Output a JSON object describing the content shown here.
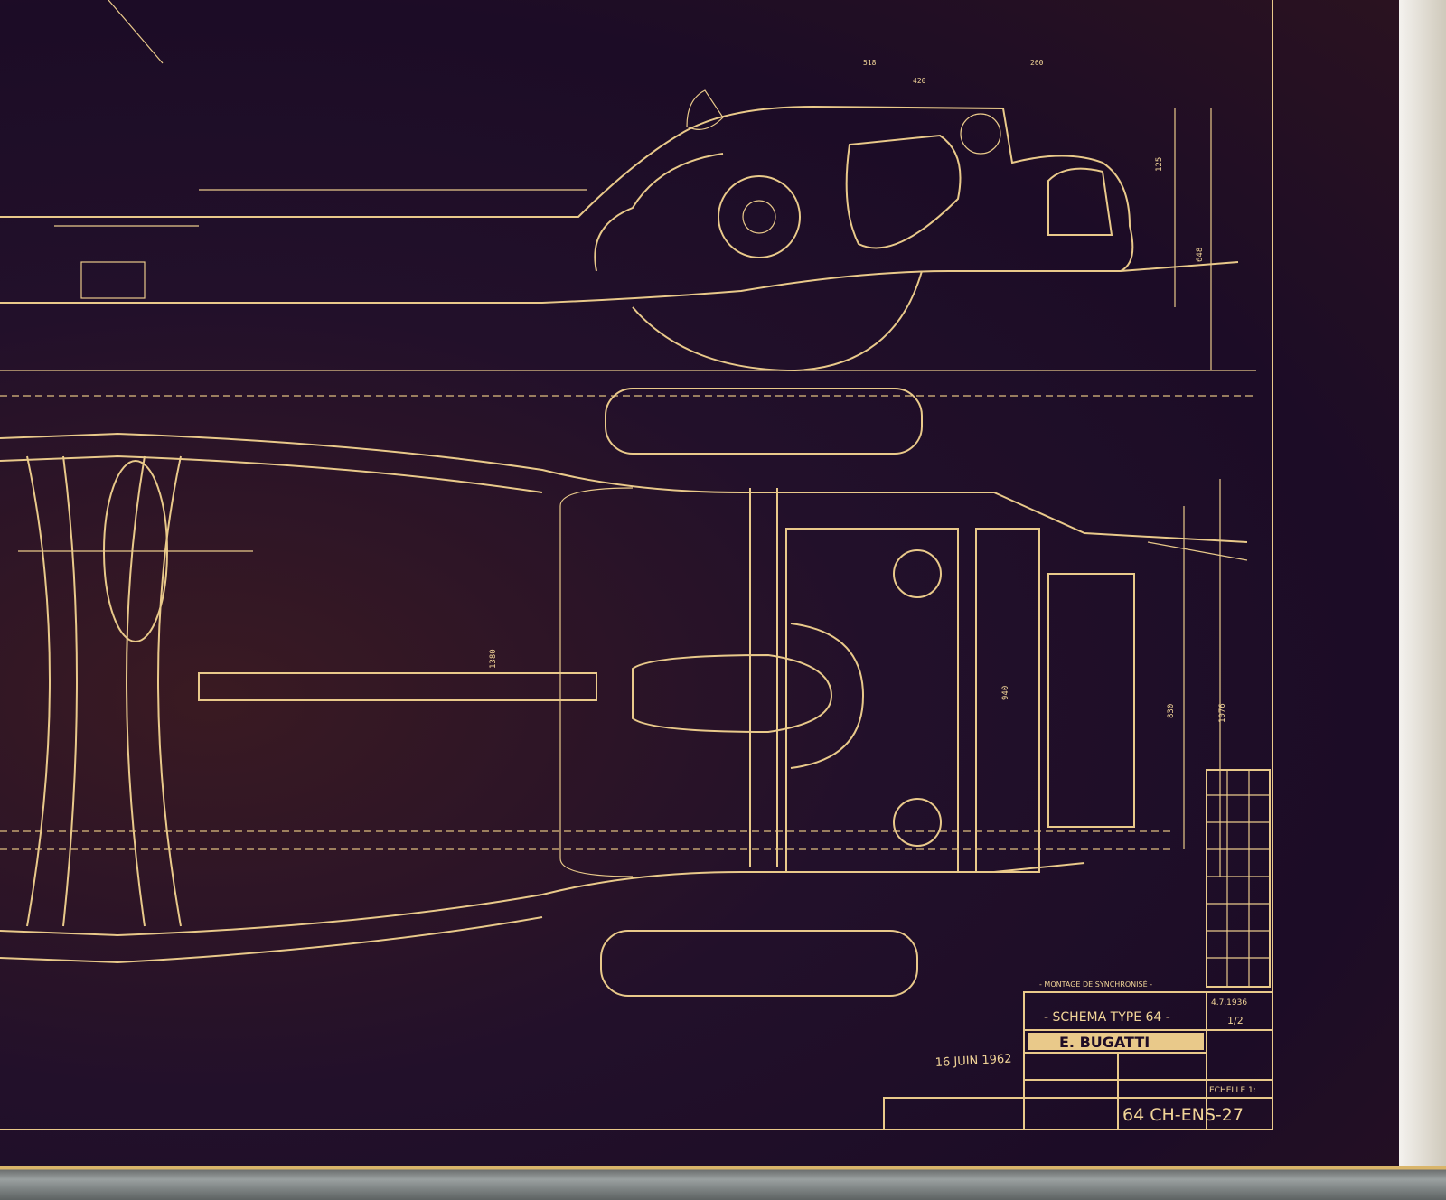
{
  "title_block": {
    "subtitle": "- MONTAGE DE SYNCHRONISÉ -",
    "title": "- SCHEMA TYPE 64 -",
    "maker": "E. BUGATTI",
    "drawing_number": "64 CH-ENS-27",
    "date": "4.7.1936",
    "scale": "ECHELLE 1:",
    "scale_value": "1/2"
  },
  "stamp": {
    "date": "16 JUIN 1962"
  },
  "dimensions": [
    "518",
    "420",
    "260",
    "1380",
    "940",
    "830",
    "1076",
    "648",
    "125"
  ],
  "colors": {
    "paper": "#1e0c26",
    "ink": "#e9c98a"
  }
}
